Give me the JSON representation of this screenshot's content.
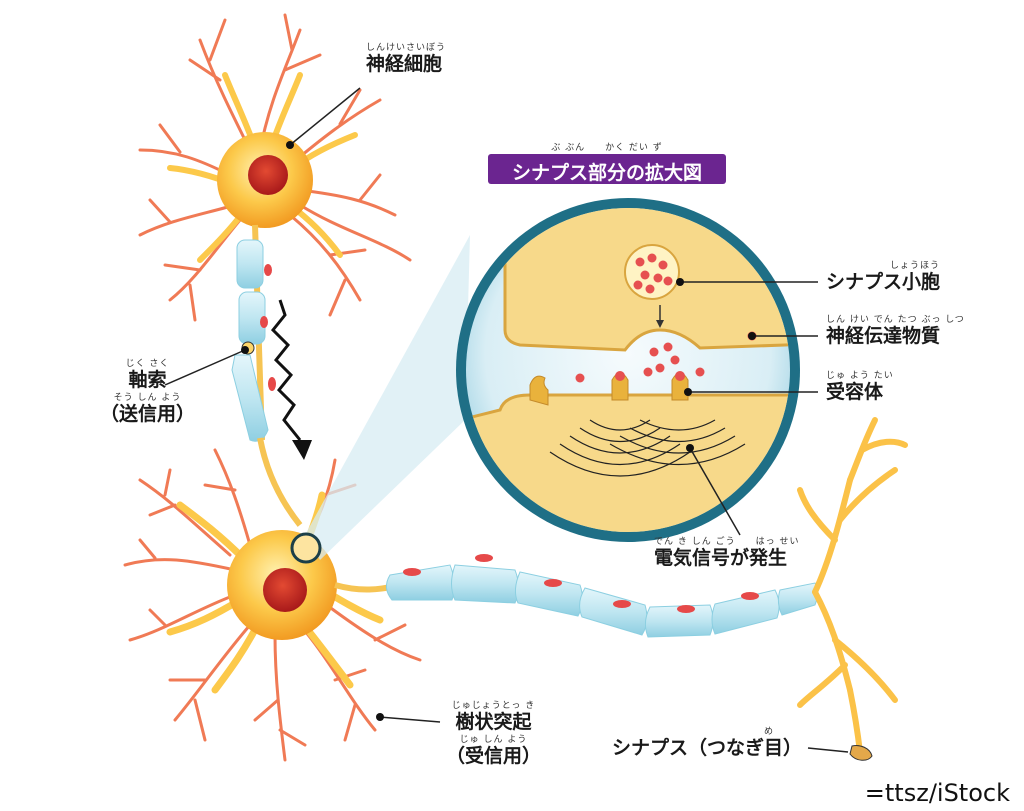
{
  "title": {
    "text": "シナプス部分の拡大図",
    "ruby": "ぶ ぶん　　かく だい ず"
  },
  "labels": {
    "neuron_cell": {
      "ruby": "しんけいさいぼう",
      "text": "神経細胞"
    },
    "axon": {
      "ruby_top": "じく さく",
      "text": "軸索",
      "ruby_sub": "そう しん よう",
      "sub": "（送信用）"
    },
    "dendrite": {
      "ruby_top": "じゅじょうとっ き",
      "text": "樹状突起",
      "ruby_sub": "じゅ しん よう",
      "sub": "（受信用）"
    },
    "synaptic_vesicle": {
      "ruby": "しょうほう",
      "text": "シナプス小胞"
    },
    "neurotransmitter": {
      "ruby": "しん けい でん たつ ぶっ しつ",
      "text": "神経伝達物質"
    },
    "receptor": {
      "ruby": "じゅ よう たい",
      "text": "受容体"
    },
    "electric_signal": {
      "ruby": "でん き しん ごう　　はっ せい",
      "text": "電気信号が発生"
    },
    "synapse": {
      "ruby": "め",
      "text": "シナプス（つなぎ目）"
    }
  },
  "credit": "=ttsz/iStock"
}
